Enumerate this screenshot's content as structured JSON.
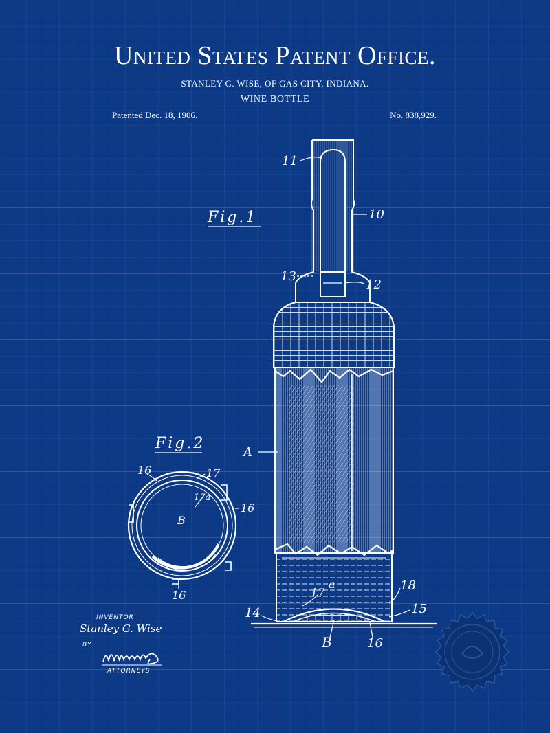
{
  "header": {
    "office": "United States Patent Office.",
    "inventor_line": "STANLEY G. WISE, OF GAS CITY, INDIANA.",
    "title": "WINE BOTTLE",
    "patented": "Patented Dec. 18, 1906.",
    "number": "No. 838,929."
  },
  "figures": {
    "fig1_label": "Fig.1",
    "fig2_label": "Fig.2"
  },
  "labels": {
    "r11": "11",
    "r10": "10",
    "r13": "13",
    "r12": "12",
    "rA": "A",
    "r18": "18",
    "r14": "14",
    "r15": "15",
    "ra": "a",
    "r17": "17",
    "rB": "B",
    "r16": "16",
    "f2_16_top": "16",
    "f2_17": "17",
    "f2_17a": "17a",
    "f2_16_right": "16",
    "f2_B": "B",
    "f2_16_bottom": "16"
  },
  "signature": {
    "inventor_label": "INVENTOR",
    "inventor_name": "Stanley G. Wise",
    "by": "BY",
    "attorneys_label": "ATTORNEYS"
  },
  "colors": {
    "background": "#0d3a86",
    "ink": "#ffffff"
  }
}
